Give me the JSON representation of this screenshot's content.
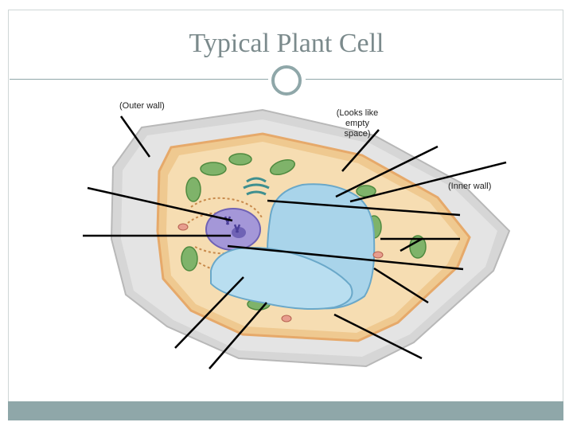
{
  "slide": {
    "title": "Typical Plant Cell"
  },
  "diagram": {
    "labels": {
      "outer_wall": "(Outer wall)",
      "looks_like_empty_space": "(Looks like\nempty\nspace)",
      "inner_wall": "(Inner wall)"
    }
  },
  "colors": {
    "accent": "#8fa7a9",
    "title": "#7b8a8c",
    "outer_wall": "#cfcfcf",
    "cytoplasm": "#f3d9a8",
    "vacuole": "#a9d4ea",
    "nucleus": "#9d8fd6",
    "chloroplast": "#7fb36a",
    "leader_line": "#000000"
  }
}
